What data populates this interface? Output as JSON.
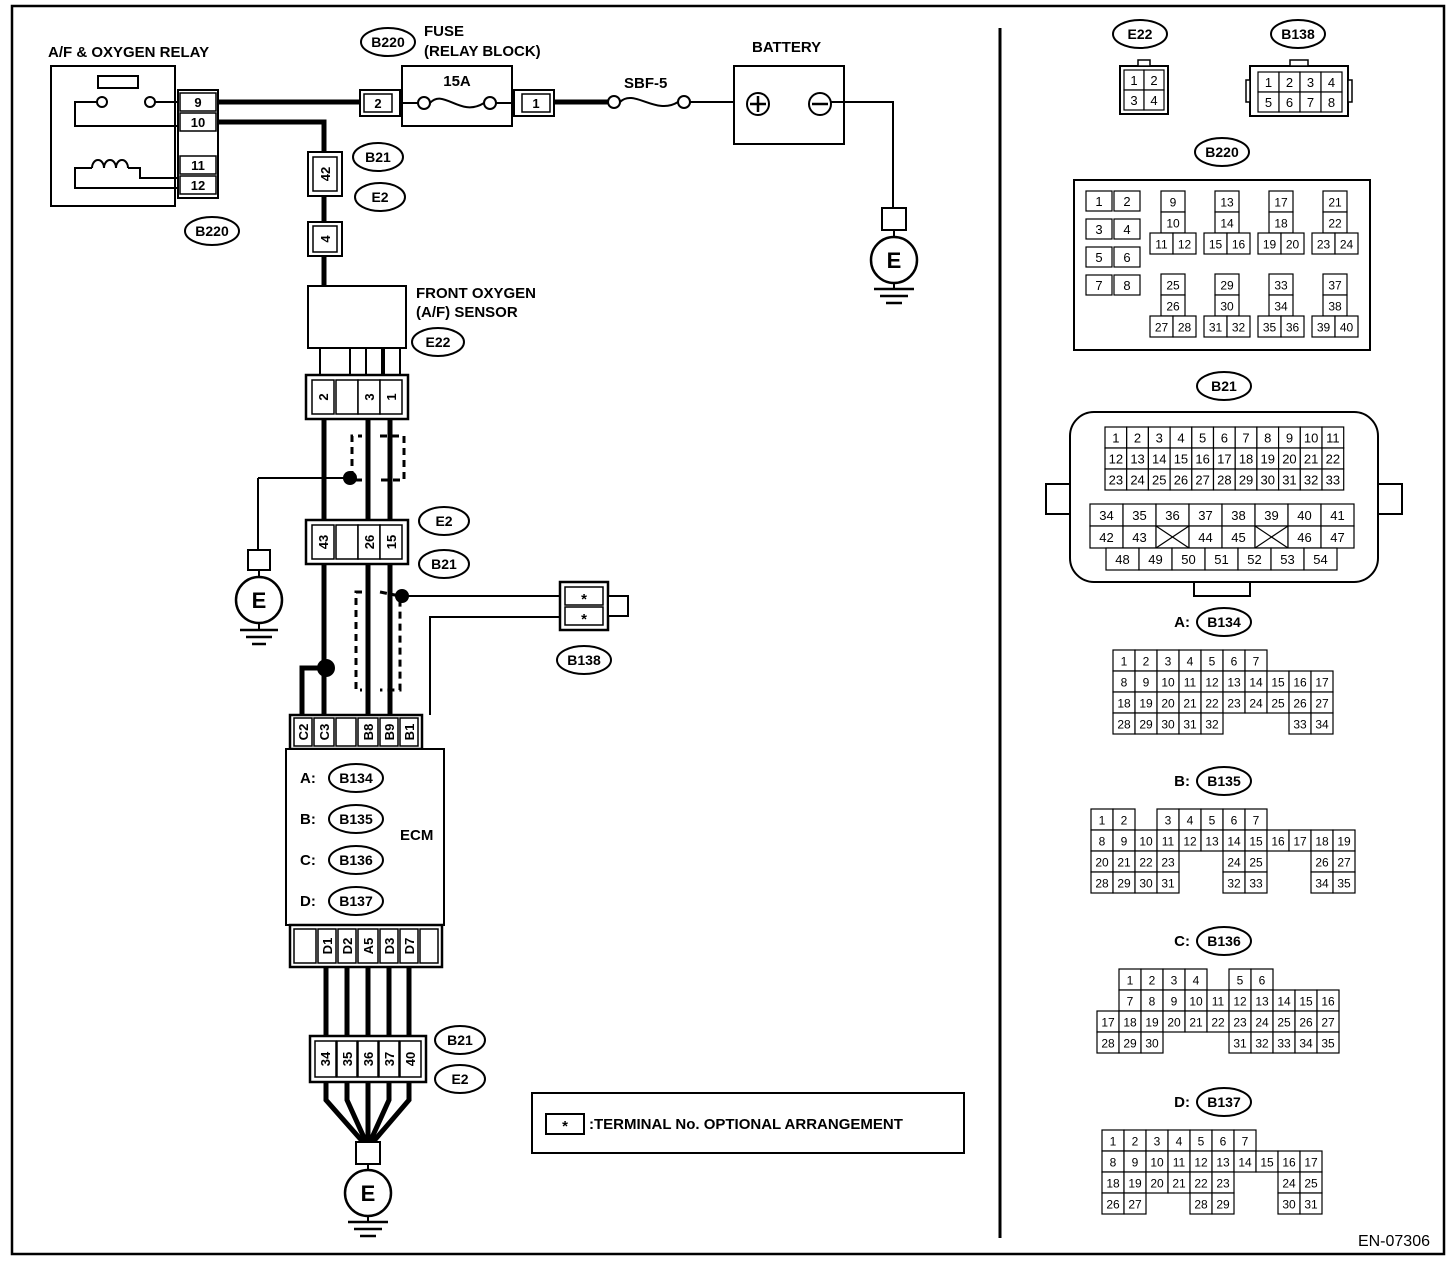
{
  "labels": {
    "relay": "A/F & OXYGEN RELAY",
    "fuse_line1": "FUSE",
    "fuse_line2": "(RELAY BLOCK)",
    "fuse_rating": "15A",
    "sbf": "SBF-5",
    "battery": "BATTERY",
    "sensor_line1": "FRONT OXYGEN",
    "sensor_line2": "(A/F) SENSOR",
    "ecm": "ECM",
    "ground": "E",
    "note": ":TERMINAL No. OPTIONAL ARRANGEMENT",
    "star": "*",
    "figure_id": "EN-07306"
  },
  "connector_ids": {
    "B220": "B220",
    "B21": "B21",
    "E2": "E2",
    "E22": "E22",
    "B138": "B138",
    "B134": "B134",
    "B135": "B135",
    "B136": "B136",
    "B137": "B137"
  },
  "ecm_prefixes": [
    "A:",
    "B:",
    "C:",
    "D:"
  ],
  "terminals": {
    "relay": [
      "9",
      "10",
      "11",
      "12"
    ],
    "fuse_in": "2",
    "fuse_out": "1",
    "b21_e2_top": "42",
    "e2_top": "4",
    "sensor": [
      "2",
      "3",
      "1"
    ],
    "mid": [
      "43",
      "26",
      "15"
    ],
    "ecm_top": [
      "C2",
      "C3",
      "B8",
      "B9",
      "B1"
    ],
    "ecm_bottom": [
      "D1",
      "D2",
      "A5",
      "D3",
      "D7"
    ],
    "bottom": [
      "34",
      "35",
      "36",
      "37",
      "40"
    ]
  },
  "connector_faces": {
    "E22": [
      [
        "1",
        "2"
      ],
      [
        "3",
        "4"
      ]
    ],
    "B138": [
      [
        "1",
        "2",
        "3",
        "4"
      ],
      [
        "5",
        "6",
        "7",
        "8"
      ]
    ],
    "B220": {
      "g1": [
        [
          "1",
          "2"
        ],
        [
          "3",
          "4"
        ],
        [
          "5",
          "6"
        ],
        [
          "7",
          "8"
        ]
      ],
      "top": [
        {
          "a": "9",
          "b": "10",
          "c": [
            "11",
            "12"
          ]
        },
        {
          "a": "13",
          "b": "14",
          "c": [
            "15",
            "16"
          ]
        },
        {
          "a": "17",
          "b": "18",
          "c": [
            "19",
            "20"
          ]
        },
        {
          "a": "21",
          "b": "22",
          "c": [
            "23",
            "24"
          ]
        }
      ],
      "bottom": [
        {
          "a": "25",
          "b": "26",
          "c": [
            "27",
            "28"
          ]
        },
        {
          "a": "29",
          "b": "30",
          "c": [
            "31",
            "32"
          ]
        },
        {
          "a": "33",
          "b": "34",
          "c": [
            "35",
            "36"
          ]
        },
        {
          "a": "37",
          "b": "38",
          "c": [
            "39",
            "40"
          ]
        }
      ]
    },
    "B21": {
      "upper": [
        [
          "1",
          "2",
          "3",
          "4",
          "5",
          "6",
          "7",
          "8",
          "9",
          "10",
          "11"
        ],
        [
          "12",
          "13",
          "14",
          "15",
          "16",
          "17",
          "18",
          "19",
          "20",
          "21",
          "22"
        ],
        [
          "23",
          "24",
          "25",
          "26",
          "27",
          "28",
          "29",
          "30",
          "31",
          "32",
          "33"
        ]
      ],
      "lower": [
        [
          "34",
          "35",
          "36",
          "37",
          "38",
          "39",
          "40",
          "41"
        ],
        [
          "42",
          "43",
          "X",
          "44",
          "45",
          "X",
          "46",
          "47"
        ],
        [
          "48",
          "49",
          "50",
          "51",
          "52",
          "53",
          "54"
        ]
      ]
    },
    "B134": [
      [
        "1",
        "2",
        "3",
        "4",
        "5",
        "6",
        "7"
      ],
      [
        "8",
        "9",
        "10",
        "11",
        "12",
        "13",
        "14",
        "15",
        "16",
        "17"
      ],
      [
        "18",
        "19",
        "20",
        "21",
        "22",
        "23",
        "24",
        "25",
        "26",
        "27"
      ],
      [
        "28",
        "29",
        "30",
        "31",
        "32",
        "",
        "",
        "",
        "33",
        "34"
      ]
    ],
    "B135": [
      [
        "1",
        "2",
        "",
        "3",
        "4",
        "5",
        "6",
        "7"
      ],
      [
        "8",
        "9",
        "10",
        "11",
        "12",
        "13",
        "14",
        "15",
        "16",
        "17",
        "18",
        "19"
      ],
      [
        "20",
        "21",
        "22",
        "23",
        "",
        "",
        "24",
        "25",
        "",
        "",
        "26",
        "27"
      ],
      [
        "28",
        "29",
        "30",
        "31",
        "",
        "",
        "32",
        "33",
        "",
        "",
        "34",
        "35"
      ]
    ],
    "B136": [
      [
        "",
        "1",
        "2",
        "3",
        "4",
        "",
        "5",
        "6"
      ],
      [
        "",
        "7",
        "8",
        "9",
        "10",
        "11",
        "12",
        "13",
        "14",
        "15",
        "16"
      ],
      [
        "17",
        "18",
        "19",
        "20",
        "21",
        "22",
        "23",
        "24",
        "25",
        "26",
        "27"
      ],
      [
        "28",
        "29",
        "30",
        "",
        "",
        "",
        "31",
        "32",
        "33",
        "34",
        "35"
      ]
    ],
    "B137": [
      [
        "1",
        "2",
        "3",
        "4",
        "5",
        "6",
        "7"
      ],
      [
        "8",
        "9",
        "10",
        "11",
        "12",
        "13",
        "14",
        "15",
        "16",
        "17"
      ],
      [
        "18",
        "19",
        "20",
        "21",
        "22",
        "23",
        "",
        "",
        "24",
        "25"
      ],
      [
        "26",
        "27",
        "",
        "",
        "28",
        "29",
        "",
        "",
        "30",
        "31"
      ]
    ]
  }
}
